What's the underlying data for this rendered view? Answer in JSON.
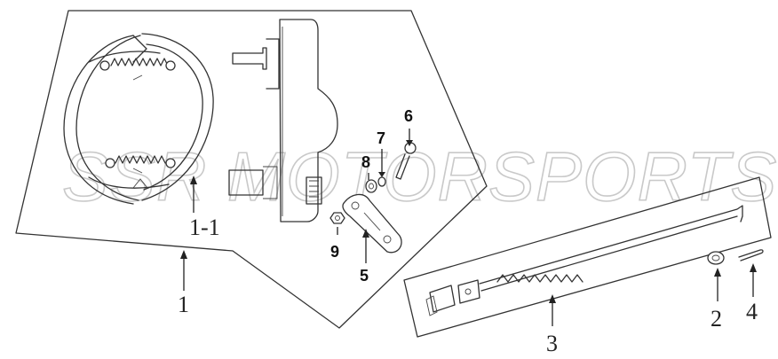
{
  "watermark": "SSR MOTORSPORTS",
  "callouts": {
    "c1": "1",
    "c1_1": "1-1",
    "c2": "2",
    "c3": "3",
    "c4": "4",
    "c5": "5",
    "c6": "6",
    "c7": "7",
    "c8": "8",
    "c9": "9"
  }
}
